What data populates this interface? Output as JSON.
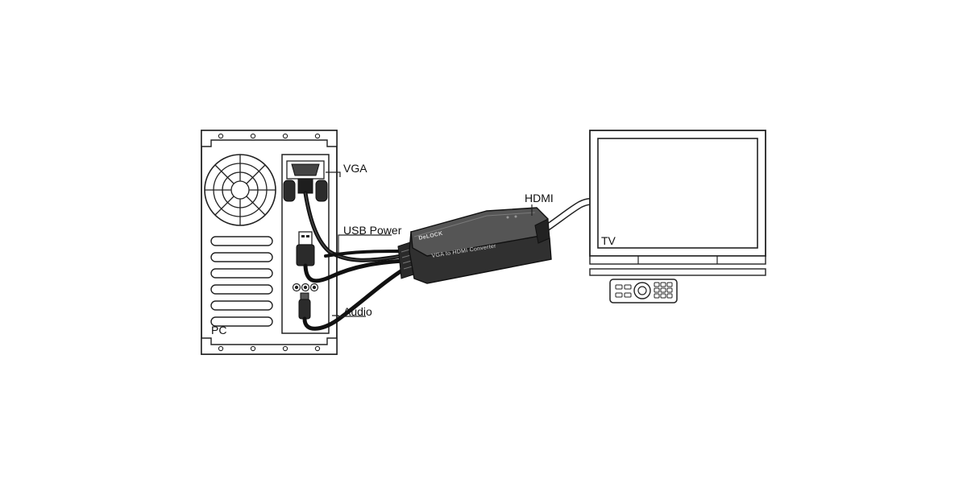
{
  "labels": {
    "vga": "VGA",
    "usb_power": "USB Power",
    "audio": "Audio",
    "hdmi": "HDMI",
    "pc": "PC",
    "tv": "TV"
  },
  "converter": {
    "brand": "DeLOCK",
    "model_text": "VGA to HDMI Converter"
  },
  "colors": {
    "outline": "#222222",
    "device_body": "#3a3a3a",
    "device_top": "#565656",
    "cable": "#111111"
  }
}
